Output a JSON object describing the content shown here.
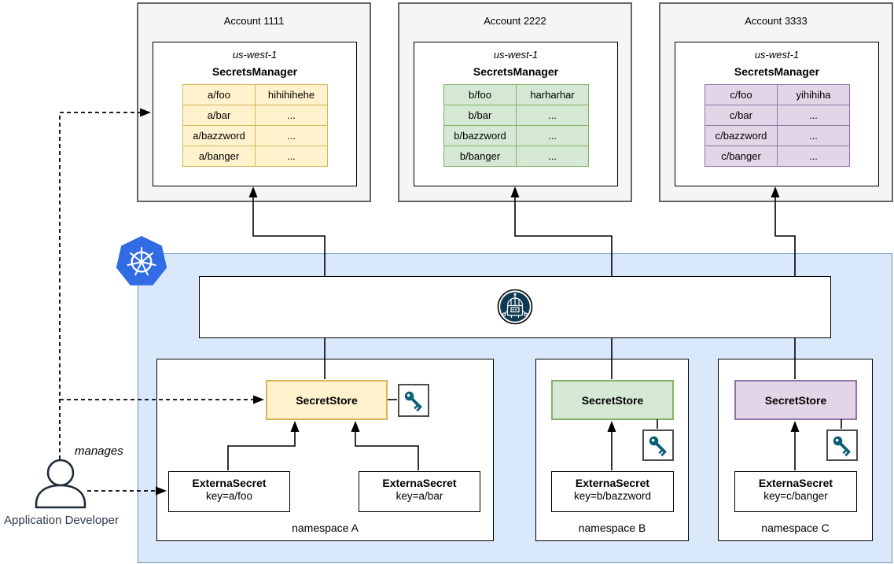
{
  "diagram": {
    "accounts": [
      {
        "title": "Account 1111",
        "region": "us-west-1",
        "service": "SecretsManager",
        "theme": "yellow",
        "secrets": [
          [
            "a/foo",
            "hihihihehe"
          ],
          [
            "a/bar",
            "..."
          ],
          [
            "a/bazzword",
            "..."
          ],
          [
            "a/banger",
            "..."
          ]
        ]
      },
      {
        "title": "Account 2222",
        "region": "us-west-1",
        "service": "SecretsManager",
        "theme": "green",
        "secrets": [
          [
            "b/foo",
            "harharhar"
          ],
          [
            "b/bar",
            "..."
          ],
          [
            "b/bazzword",
            "..."
          ],
          [
            "b/banger",
            "..."
          ]
        ]
      },
      {
        "title": "Account 3333",
        "region": "us-west-1",
        "service": "SecretsManager",
        "theme": "purple",
        "secrets": [
          [
            "c/foo",
            "yihihiha"
          ],
          [
            "c/bar",
            "..."
          ],
          [
            "c/bazzword",
            "..."
          ],
          [
            "c/banger",
            "..."
          ]
        ]
      }
    ],
    "cluster": {
      "platform_icon": "kubernetes-logo-icon",
      "operator_icon": "external-secrets-operator-icon",
      "namespaces": [
        {
          "label": "namespace A",
          "secret_store_label": "SecretStore",
          "theme": "yellow",
          "external_secrets": [
            {
              "name": "ExternaSecret",
              "key": "key=a/foo"
            },
            {
              "name": "ExternaSecret",
              "key": "key=a/bar"
            }
          ]
        },
        {
          "label": "namespace B",
          "secret_store_label": "SecretStore",
          "theme": "green",
          "external_secrets": [
            {
              "name": "ExternaSecret",
              "key": "key=b/bazzword"
            }
          ]
        },
        {
          "label": "namespace C",
          "secret_store_label": "SecretStore",
          "theme": "purple",
          "external_secrets": [
            {
              "name": "ExternaSecret",
              "key": "key=c/banger"
            }
          ]
        }
      ]
    },
    "actor": {
      "label": "Application Developer",
      "relationship_label": "manages"
    }
  },
  "colors": {
    "yellow-fill": "#fff2cc",
    "yellow-border": "#d6b656",
    "green-fill": "#d5e8d4",
    "green-border": "#82b366",
    "purple-fill": "#e1d5e7",
    "purple-border": "#9673a6",
    "cluster-fill": "#dae8fc",
    "cluster-border": "#6c8ebf",
    "account-fill": "#f5f5f5",
    "account-border": "#666666",
    "k8s-blue": "#326ce5",
    "key-color": "#0d5e79",
    "operator-navy": "#0e3a53",
    "actor-color": "#2f3b4c",
    "line-color": "#000000"
  }
}
